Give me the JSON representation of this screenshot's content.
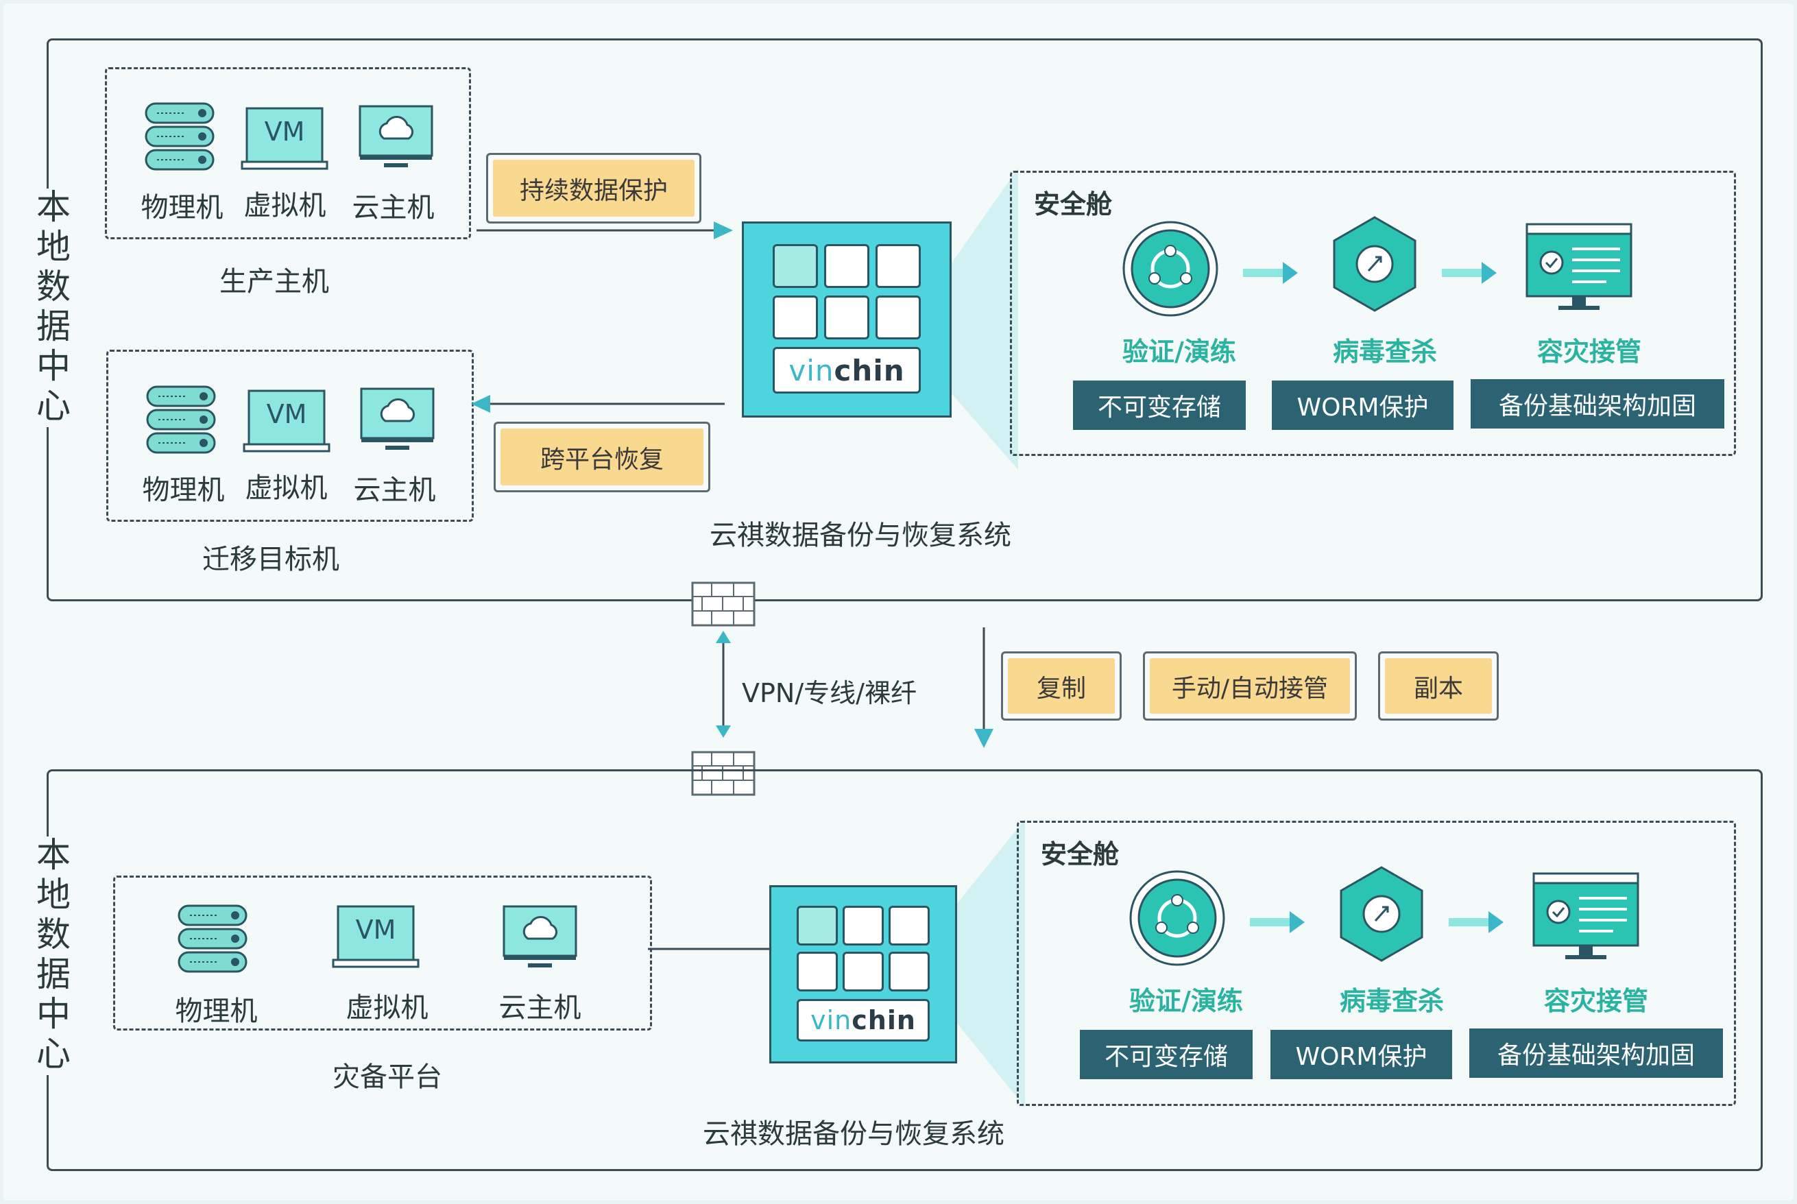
{
  "local_center": {
    "side_label": "本地数据中心",
    "production": {
      "devices": [
        "物理机",
        "虚拟机",
        "云主机"
      ],
      "vm_text": "VM",
      "caption": "生产主机"
    },
    "migration": {
      "devices": [
        "物理机",
        "虚拟机",
        "云主机"
      ],
      "vm_text": "VM",
      "caption": "迁移目标机"
    },
    "tag_continuous": "持续数据保护",
    "tag_restore": "跨平台恢复",
    "system_label": "云祺数据备份与恢复系统",
    "vinchin": {
      "brand_light": "vin",
      "brand_bold": "chin"
    },
    "vault": {
      "title": "安全舱",
      "steps": [
        "验证/演练",
        "病毒查杀",
        "容灾接管"
      ],
      "boxes": [
        "不可变存储",
        "WORM保护",
        "备份基础架构加固"
      ]
    }
  },
  "link": {
    "network_label": "VPN/专线/裸纤",
    "tags": [
      "复制",
      "手动/自动接管",
      "副本"
    ]
  },
  "dr_center": {
    "side_label": "本地数据中心",
    "platform": {
      "devices": [
        "物理机",
        "虚拟机",
        "云主机"
      ],
      "vm_text": "VM",
      "caption": "灾备平台"
    },
    "system_label": "云祺数据备份与恢复系统",
    "vinchin": {
      "brand_light": "vin",
      "brand_bold": "chin"
    },
    "vault": {
      "title": "安全舱",
      "steps": [
        "验证/演练",
        "病毒查杀",
        "容灾接管"
      ],
      "boxes": [
        "不可变存储",
        "WORM保护",
        "备份基础架构加固"
      ]
    }
  },
  "colors": {
    "teal": "#2bb3a1",
    "cyan": "#4ed4dc",
    "dark_teal": "#2b6373",
    "tag_fill": "#f9d98f",
    "line": "#3b4c55"
  }
}
